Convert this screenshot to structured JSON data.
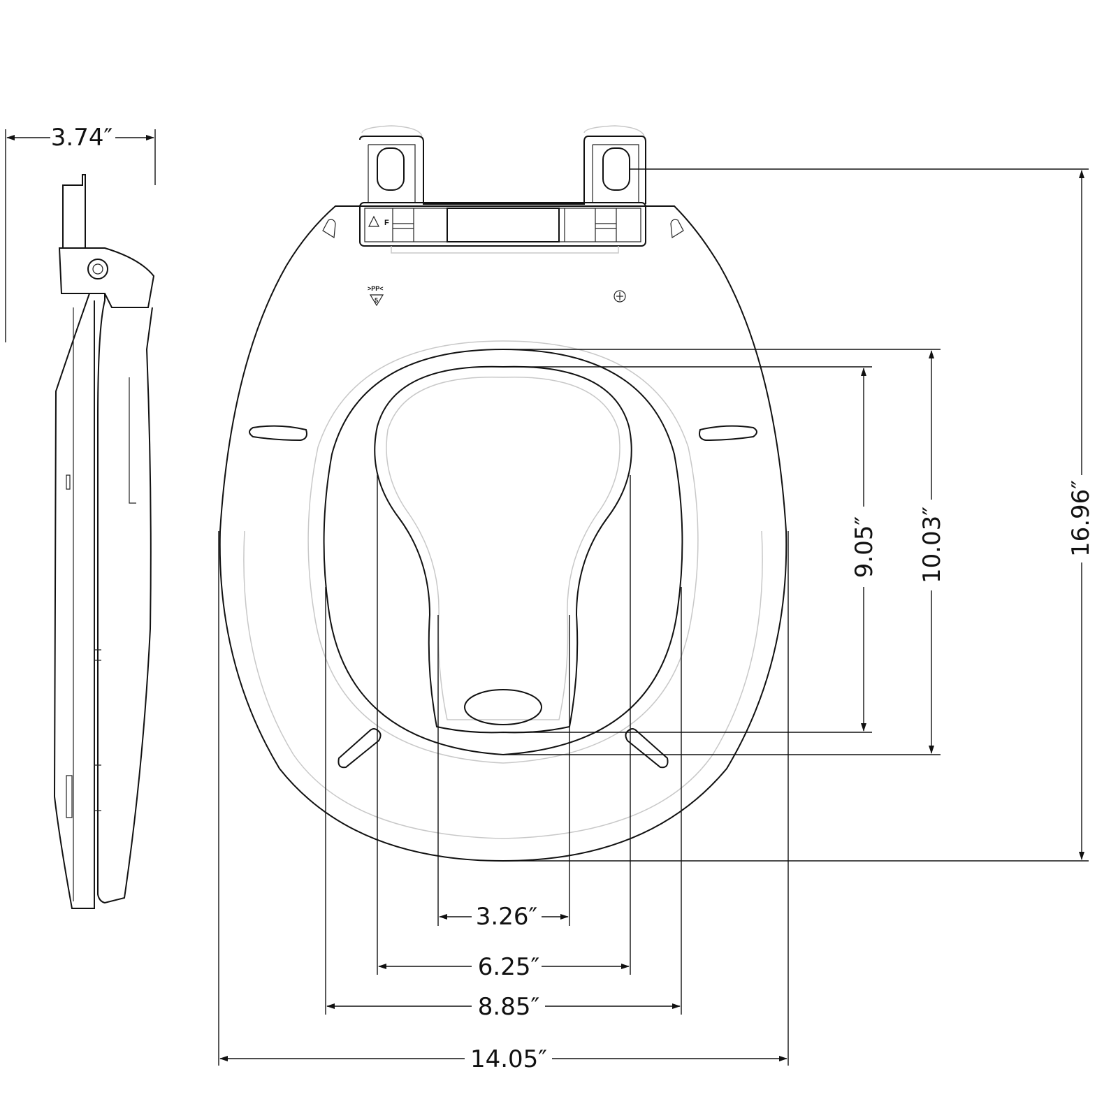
{
  "dimensions": {
    "side_depth": "3.74″",
    "overall_length": "16.96″",
    "outer_opening_length": "10.03″",
    "inner_opening_length": "9.05″",
    "inner_opening_narrow_width": "3.26″",
    "inner_opening_width": "6.25″",
    "outer_opening_width": "8.85″",
    "overall_width": "14.05″"
  },
  "markings": {
    "hinge_letter": "F",
    "recycle_code": ">PP<",
    "recycle_number": "5"
  },
  "colors": {
    "line": "#111111",
    "hidden_line": "#c8c8c8",
    "background": "#ffffff"
  }
}
